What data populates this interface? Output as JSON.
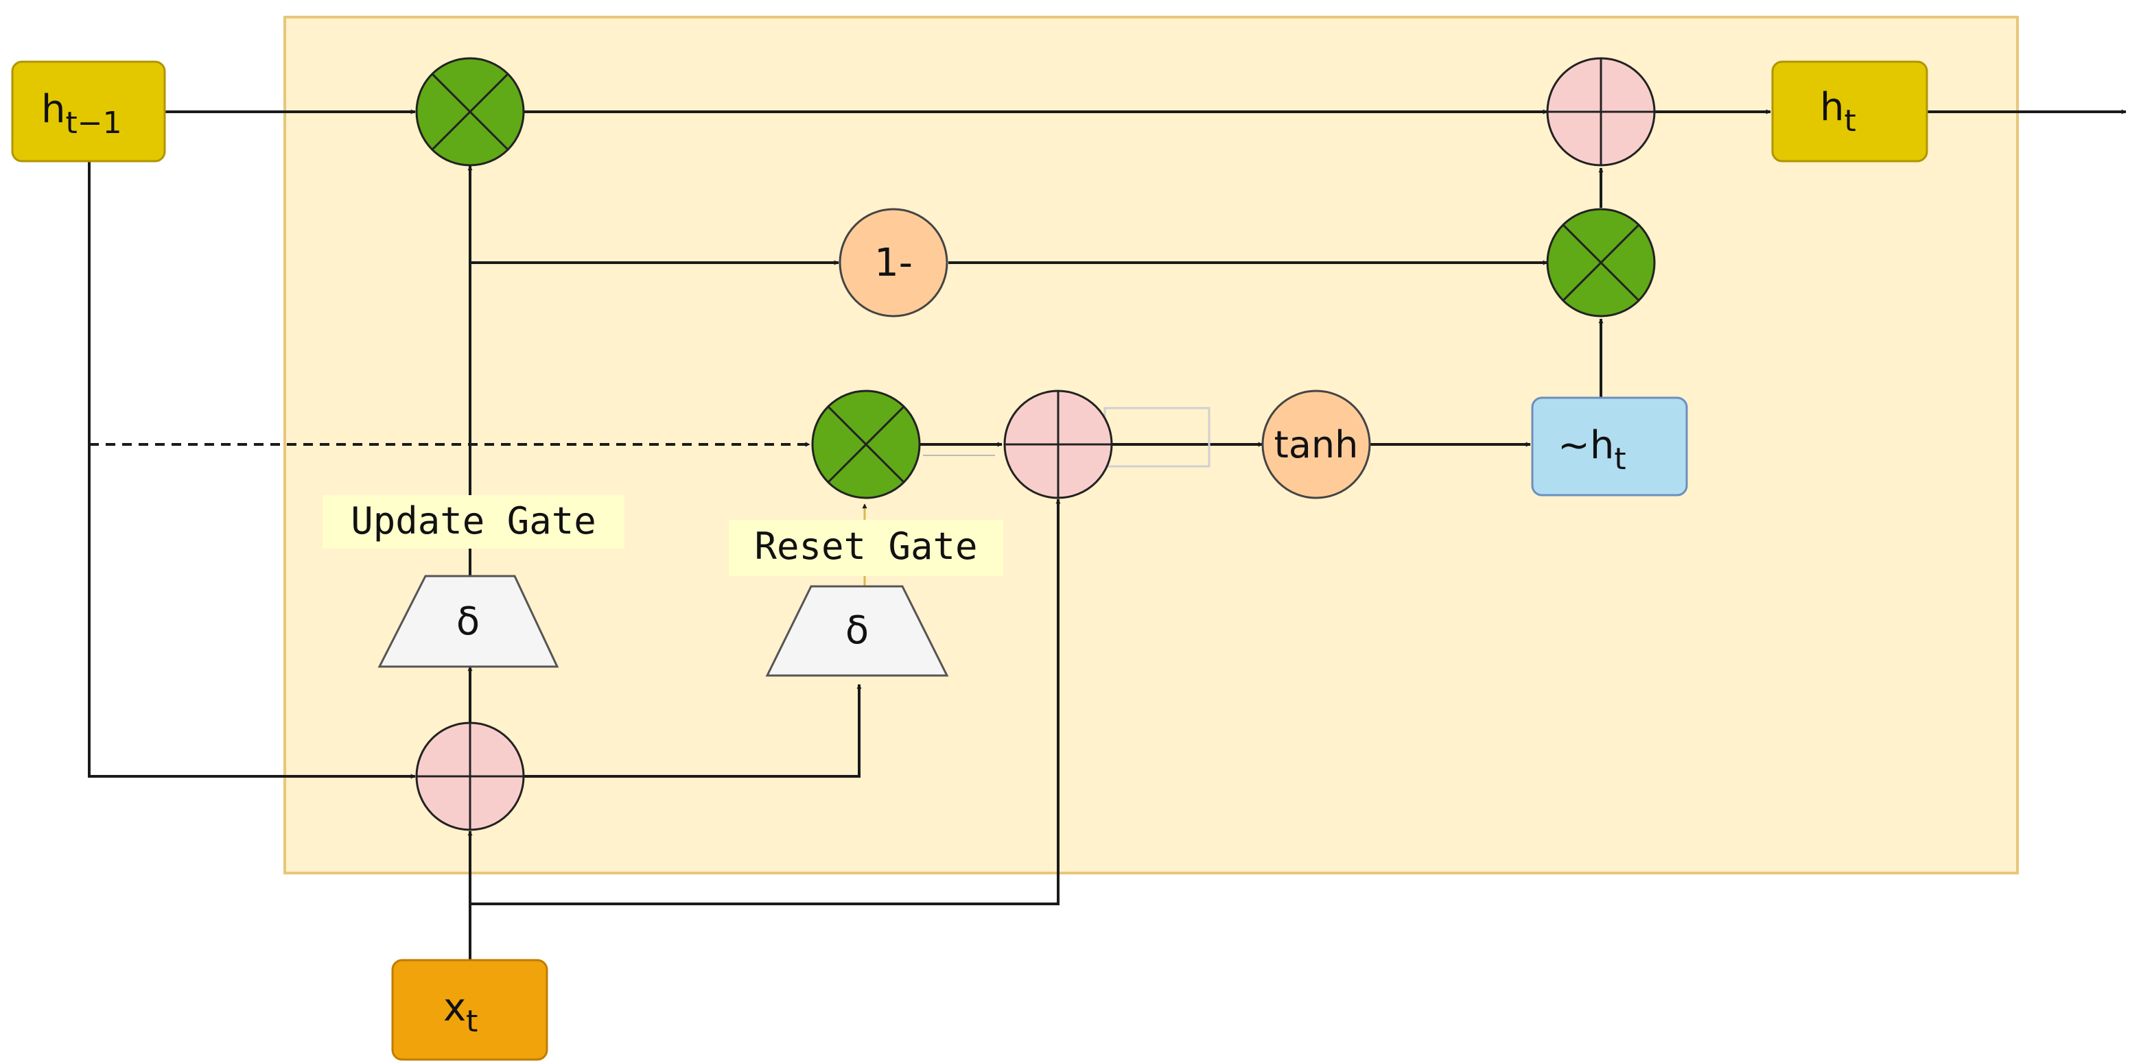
{
  "diagram": {
    "inputs": {
      "h_prev": {
        "base": "h",
        "sub": "t−1"
      },
      "x_t": {
        "base": "x",
        "sub": "t"
      }
    },
    "outputs": {
      "h_t": {
        "base": "h",
        "sub": "t"
      }
    },
    "candidate": {
      "prefix": "~",
      "base": "h",
      "sub": "t"
    },
    "ops": {
      "one_minus": "1-",
      "tanh": "tanh",
      "sigma": "δ"
    },
    "gates": {
      "update": "Update Gate",
      "reset": "Reset Gate"
    },
    "colors": {
      "cell_fill": "#fff2cc",
      "cell_border": "#e8c67a",
      "io_yellow": "#e3c800",
      "io_orange": "#f0a30a",
      "mult_green": "#60a917",
      "add_pink": "#f8cecc",
      "act_peach": "#ffcc99",
      "cand_blue": "#b1ddf0",
      "gate_gray": "#f5f5f5",
      "label_bg": "#ffffcc"
    }
  }
}
